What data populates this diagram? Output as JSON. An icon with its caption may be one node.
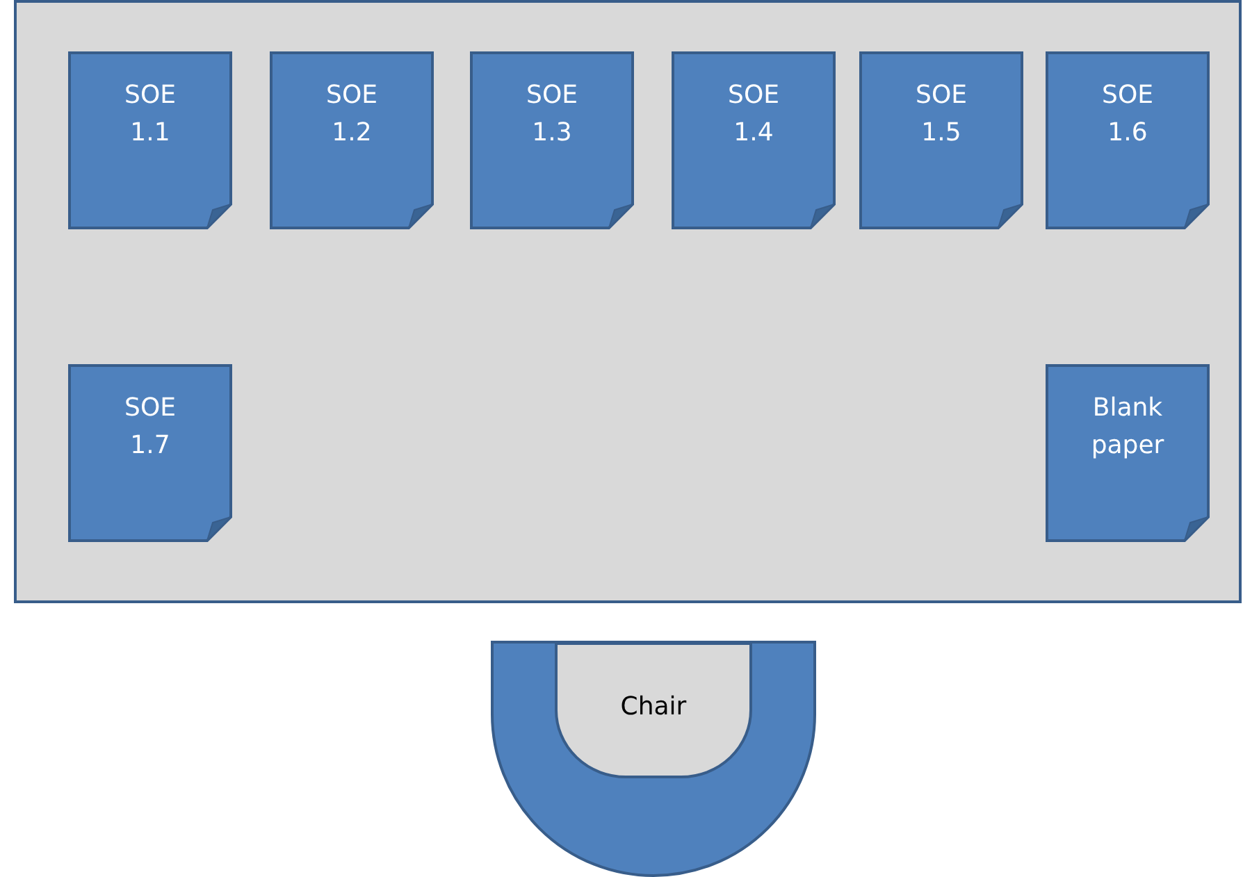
{
  "diagram": {
    "nodes": [
      {
        "text": [],
        "shape": "box"
      },
      {
        "text": [
          "SOE 1.1"
        ],
        "in": 0
      },
      {
        "text": [
          "SOE 1.2"
        ],
        "in": 0
      },
      {
        "text": [
          "SOE 1.3"
        ],
        "in": 0
      },
      {
        "text": [
          "SOE 1.4"
        ],
        "in": 0
      },
      {
        "text": [
          "SOE 1.5"
        ],
        "in": 0
      },
      {
        "text": [
          "SOE 1.6"
        ],
        "in": 0
      },
      {
        "text": [
          "SOE 1.7"
        ],
        "in": 0
      },
      {
        "text": [
          "Blank paper"
        ],
        "in": 0
      },
      {
        "text": [
          "Chair"
        ]
      }
    ]
  }
}
